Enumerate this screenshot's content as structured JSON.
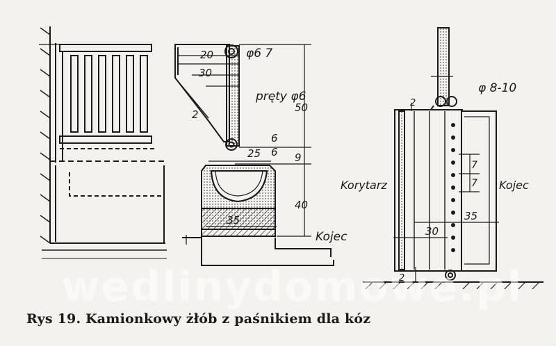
{
  "figure": {
    "caption": "Rys  19. Kamionkowy żłób z paśnikiem dla kóz",
    "watermark": "wedlinydomowe.pl"
  },
  "labels": {
    "rod_top": "φ6  7",
    "rods": "pręty φ6",
    "rod_right": "φ 8-10",
    "korytarz": "Korytarz",
    "kojec_left": "Kojec",
    "kojec_right": "Kojec"
  },
  "dimensions": {
    "d20": "20",
    "d30": "30",
    "d2_left": "2",
    "d50": "50",
    "d6_a": "6",
    "d6_b": "6",
    "d25": "25",
    "d9": "9",
    "d40": "40",
    "d35_left": "35",
    "d7_a": "7",
    "d7_b": "7",
    "d35_right": "35",
    "d30_right": "30",
    "d2_right": "2",
    "d2_bottom": "2"
  },
  "colors": {
    "ink": "#1a1a1a",
    "paper": "#f4f2ee"
  }
}
